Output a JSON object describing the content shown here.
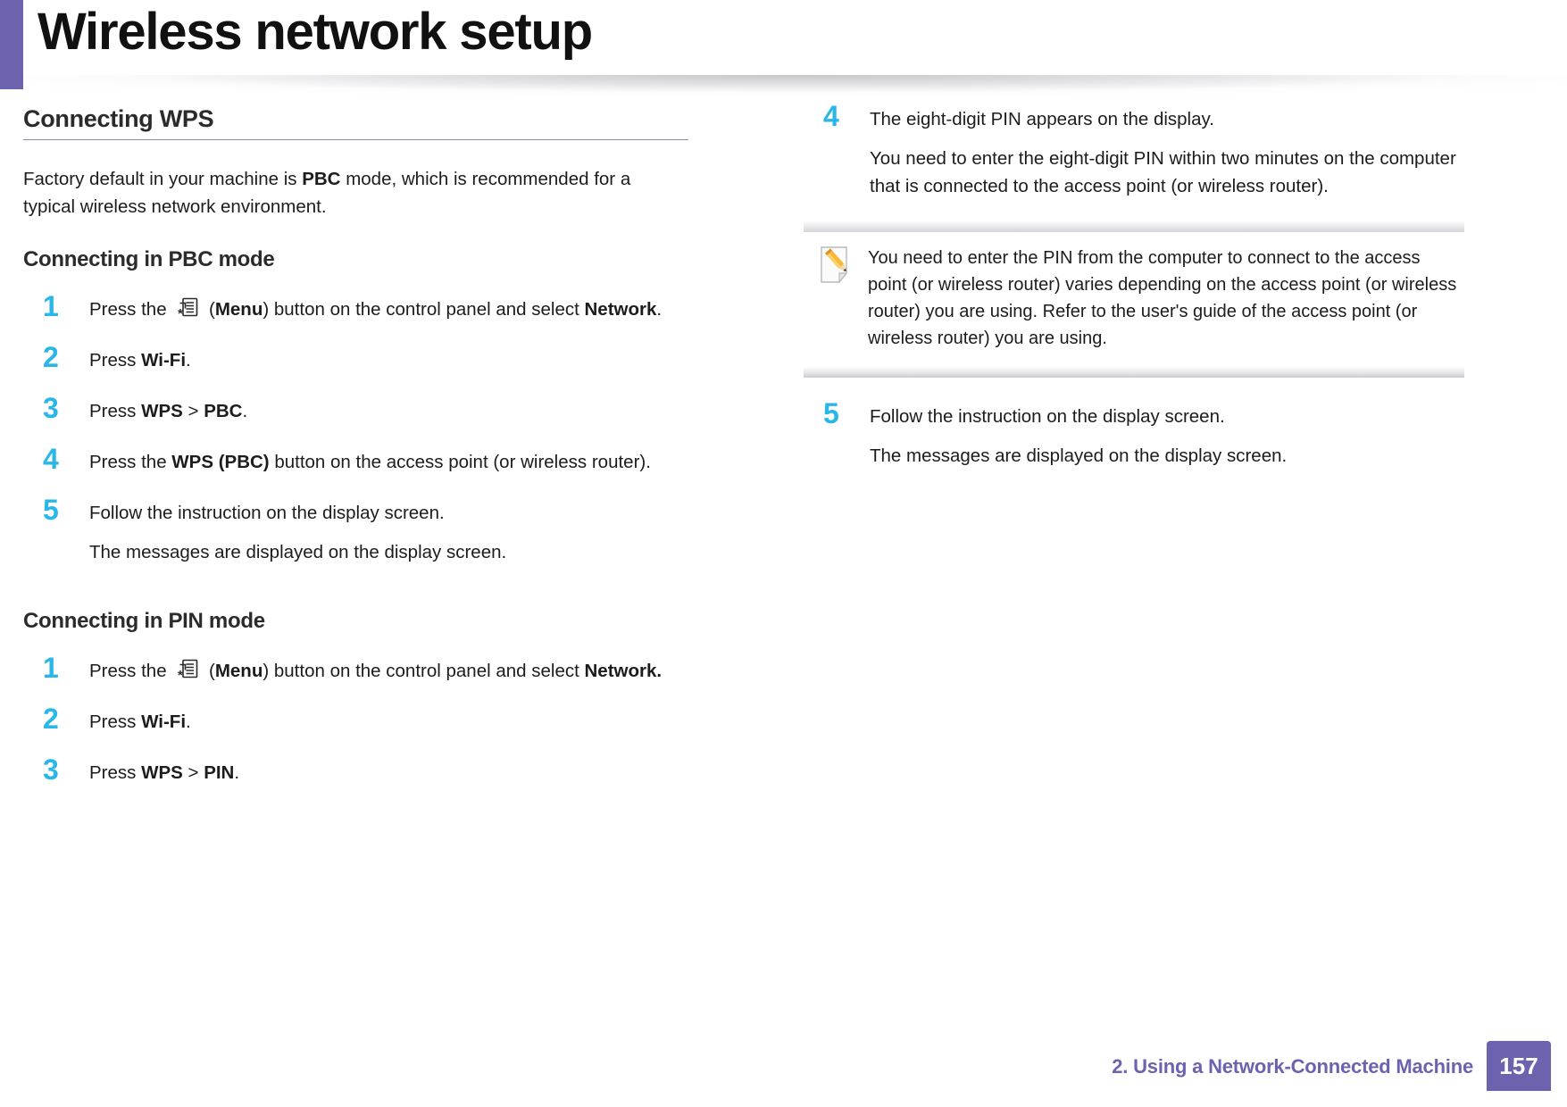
{
  "header": {
    "title": "Wireless network setup",
    "accent_color": "#6b63ae"
  },
  "left_column": {
    "section_heading": "Connecting WPS",
    "intro": {
      "before": "Factory default in your machine is ",
      "bold": "PBC",
      "after": " mode, which is recommended for a typical wireless network environment."
    },
    "pbc": {
      "heading": "Connecting in PBC mode",
      "steps": [
        {
          "num": "1",
          "seg1": "Press the ",
          "icon": "menu-icon",
          "seg2": " (",
          "bold1": "Menu",
          "seg3": ") button on the control panel and select ",
          "bold2": "Network",
          "seg4": "."
        },
        {
          "num": "2",
          "seg1": "Press ",
          "bold1": "Wi-Fi",
          "seg2": "."
        },
        {
          "num": "3",
          "seg1": "Press ",
          "bold1": "WPS",
          "seg2": " > ",
          "bold2": "PBC",
          "seg3": "."
        },
        {
          "num": "4",
          "seg1": "Press the ",
          "bold1": "WPS (PBC)",
          "seg2": " button on the access point (or wireless router)."
        },
        {
          "num": "5",
          "seg1": "Follow the instruction on the display screen.",
          "sub": "The messages are displayed on the display screen."
        }
      ]
    },
    "pin": {
      "heading": "Connecting in PIN mode",
      "steps": [
        {
          "num": "1",
          "seg1": "Press the ",
          "icon": "menu-icon",
          "seg2": " (",
          "bold1": "Menu",
          "seg3": ") button on the control panel and select ",
          "bold2": "Network.",
          "seg4": ""
        },
        {
          "num": "2",
          "seg1": "Press ",
          "bold1": "Wi-Fi",
          "seg2": "."
        },
        {
          "num": "3",
          "seg1": "Press ",
          "bold1": "WPS",
          "seg2": " > ",
          "bold2": "PIN",
          "seg3": "."
        }
      ]
    }
  },
  "right_column": {
    "step4": {
      "num": "4",
      "line1": "The eight-digit PIN appears on the display.",
      "line2": "You need to enter the eight-digit PIN within two minutes on the computer that is connected to the access point (or wireless router)."
    },
    "note": {
      "icon": "note-pencil-icon",
      "text": "You need to enter the PIN from the computer to connect to the access point (or wireless router) varies depending on the access point (or wireless router) you are using. Refer to the user's guide of the access point (or wireless router) you are using."
    },
    "step5": {
      "num": "5",
      "line1": "Follow the instruction on the display screen.",
      "line2": "The messages are displayed on the display screen."
    }
  },
  "footer": {
    "chapter": "2.  Using a Network-Connected Machine",
    "page": "157",
    "color": "#6b63ae"
  },
  "colors": {
    "step_number": "#29b6e8",
    "heading": "#2b2b2b",
    "rule": "#8a84bd"
  }
}
